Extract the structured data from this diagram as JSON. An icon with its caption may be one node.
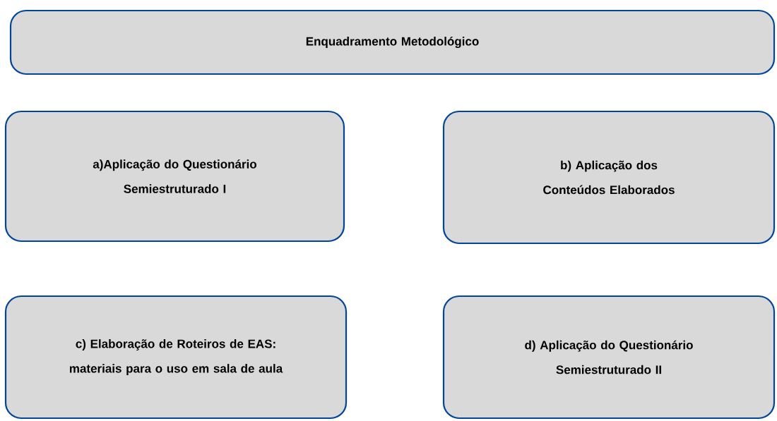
{
  "diagram": {
    "nodes": [
      {
        "text": [
          "Enquadramento Metodológico"
        ]
      },
      {
        "text": [
          "a)Aplicação do Questionário Semiestruturado I"
        ]
      },
      {
        "text": [
          "b) Aplicação dos Conteúdos Elaborados"
        ]
      },
      {
        "text": [
          "c) Elaboração de Roteiros de EAS: materiais para o uso em sala de aula"
        ]
      },
      {
        "text": [
          "d) Aplicação do Questionário Semiestruturado II"
        ]
      }
    ]
  }
}
